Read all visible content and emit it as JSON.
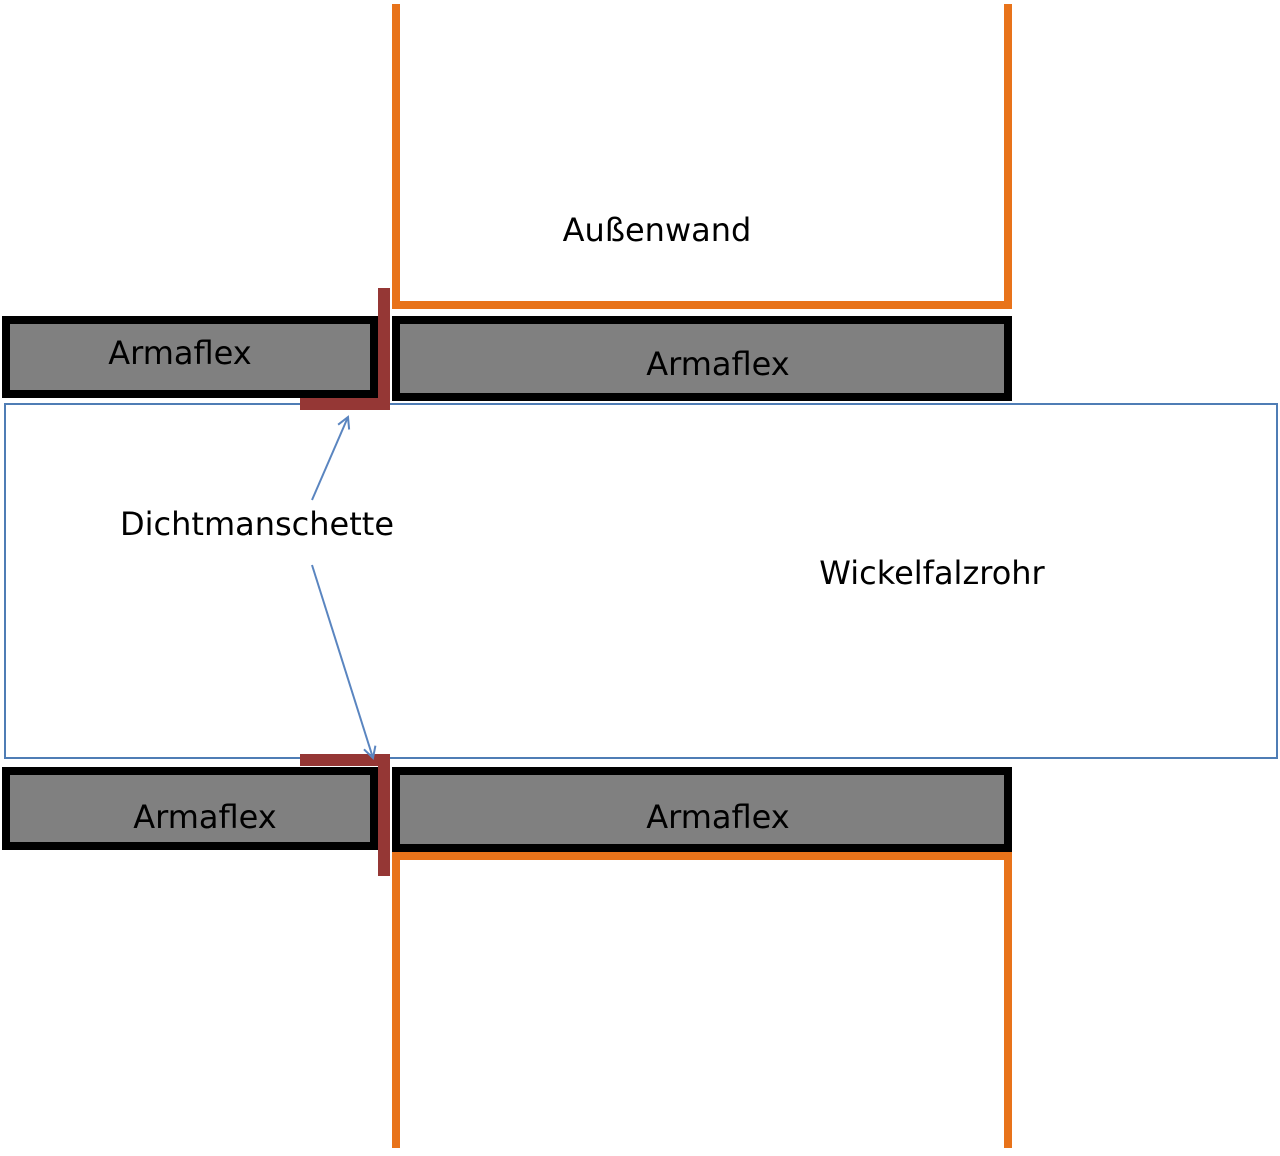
{
  "diagram": {
    "labels": {
      "wall": "Außenwand",
      "pipe": "Wickelfalzrohr",
      "seal": "Dichtmanschette",
      "insulation_top_left": "Armaflex",
      "insulation_top_right": "Armaflex",
      "insulation_bottom_left": "Armaflex",
      "insulation_bottom_right": "Armaflex"
    },
    "colors": {
      "wall_outline": "#E8731A",
      "insulation_fill": "#808080",
      "insulation_outline": "#000000",
      "seal": "#953735",
      "pipe_outline": "#4F7DB5",
      "arrow": "#5A85C0"
    }
  }
}
